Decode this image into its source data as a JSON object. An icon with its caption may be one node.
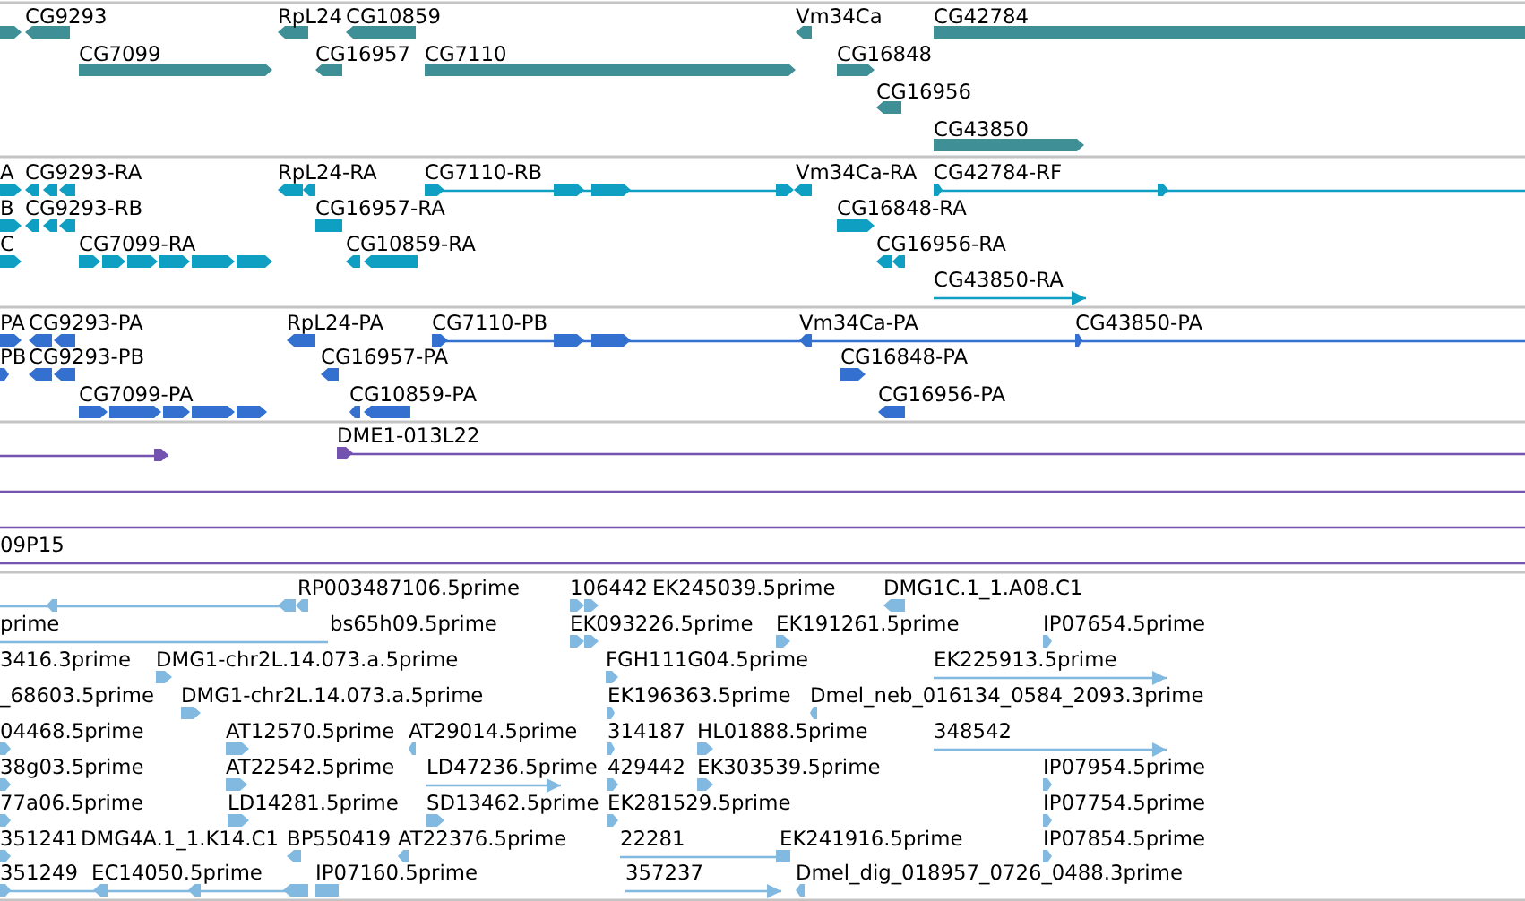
{
  "diagram": {
    "labels": [
      "CG9293",
      "RpL24",
      "CG10859",
      "Vm34Ca",
      "CG42784",
      "CG7099",
      "CG16957",
      "CG7110",
      "CG16848",
      "CG16956",
      "CG43850",
      "A",
      "CG9293-RA",
      "RpL24-RA",
      "CG7110-RB",
      "Vm34Ca-RA",
      "CG42784-RF",
      "B",
      "CG9293-RB",
      "CG16957-RA",
      "CG16848-RA",
      "C",
      "CG7099-RA",
      "CG10859-RA",
      "CG16956-RA",
      "CG43850-RA",
      "PA",
      "CG9293-PA",
      "RpL24-PA",
      "CG7110-PB",
      "Vm34Ca-PA",
      "CG43850-PA",
      "PB",
      "CG9293-PB",
      "CG16957-PA",
      "CG16848-PA",
      "CG7099-PA",
      "CG10859-PA",
      "CG16956-PA",
      "DME1-013L22",
      "09P15",
      "RP003487106.5prime",
      "106442",
      "EK245039.5prime",
      "DMG1C.1_1.A08.C1",
      "prime",
      "bs65h09.5prime",
      "EK093226.5prime",
      "EK191261.5prime",
      "IP07654.5prime",
      "3416.3prime",
      "DMG1-chr2L.14.073.a.5prime",
      "FGH111G04.5prime",
      "EK225913.5prime",
      "_68603.5prime",
      "DMG1-chr2L.14.073.a.5prime",
      "EK196363.5prime",
      "Dmel_neb_016134_0584_2093.3prime",
      "04468.5prime",
      "AT12570.5prime",
      "AT29014.5prime",
      "314187",
      "HL01888.5prime",
      "348542",
      "38g03.5prime",
      "AT22542.5prime",
      "LD47236.5prime",
      "429442",
      "EK303539.5prime",
      "IP07954.5prime",
      "77a06.5prime",
      "LD14281.5prime",
      "SD13462.5prime",
      "EK281529.5prime",
      "IP07754.5prime",
      "351241",
      "DMG4A.1_1.K14.C1",
      "BP550419",
      "AT22376.5prime",
      "22281",
      "EK241916.5prime",
      "IP07854.5prime",
      "351249",
      "EC14050.5prime",
      "IP07160.5prime",
      "357237",
      "Dmel_dig_018957_0726_0488.3prime"
    ]
  }
}
